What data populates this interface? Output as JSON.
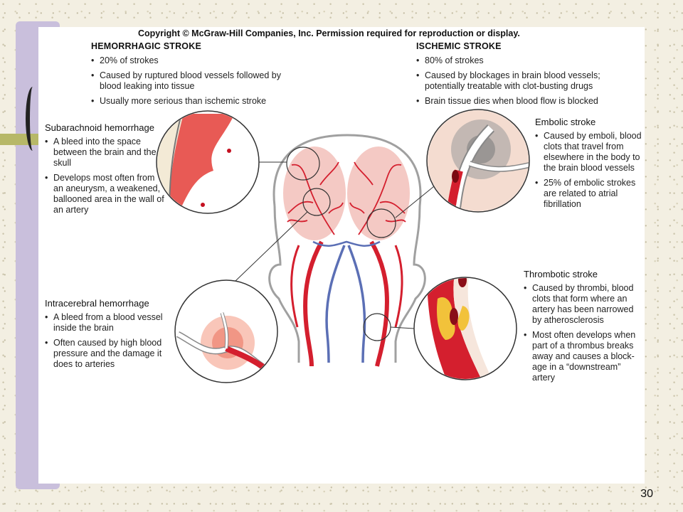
{
  "copyright": "Copyright © McGraw-Hill Companies, Inc.  Permission required for reproduction or display.",
  "hemorrhagic": {
    "title": "HEMORRHAGIC STROKE",
    "bullets": [
      "20% of strokes",
      "Caused by ruptured blood vessels followed by blood leaking into tissue",
      "Usually more serious than ischemic stroke"
    ]
  },
  "ischemic": {
    "title": "ISCHEMIC STROKE",
    "bullets": [
      "80% of strokes",
      "Caused by blockages in brain blood vessels; potentially treatable with clot-busting drugs",
      "Brain tissue dies when blood flow is blocked"
    ]
  },
  "subarachnoid": {
    "title": "Subarachnoid hemorrhage",
    "bullets": [
      "A bleed into the space between the brain and the skull",
      "Develops most often from an aneurysm, a weakened, ballooned area in the wall of an artery"
    ]
  },
  "intracerebral": {
    "title": "Intracerebral hemorrhage",
    "bullets": [
      "A bleed from a blood vessel inside the brain",
      "Often caused by high blood pressure and the damage it does to arteries"
    ]
  },
  "embolic": {
    "title": "Embolic stroke",
    "bullets": [
      "Caused by emboli, blood clots that travel from elsewhere in the body to the brain blood vessels",
      "25% of embolic strokes are related to atrial fibrillation"
    ]
  },
  "thrombotic": {
    "title": "Thrombotic stroke",
    "bullets": [
      "Caused by thrombi, blood clots that form where an artery has been narrowed by atherosclerosis",
      "Most often develops when part of a thrombus breaks away and causes a block-age in a “downstream” artery"
    ]
  },
  "page_number": "30",
  "colors": {
    "artery": "#d41f2e",
    "vein": "#5b6fb5",
    "brain": "#f4c9c4",
    "head_outline": "#9a9a9a",
    "plaque": "#f2c23a",
    "background": "#f3efe2",
    "side_bar": "#c9bfdc",
    "accent_bar": "#b7b868"
  }
}
